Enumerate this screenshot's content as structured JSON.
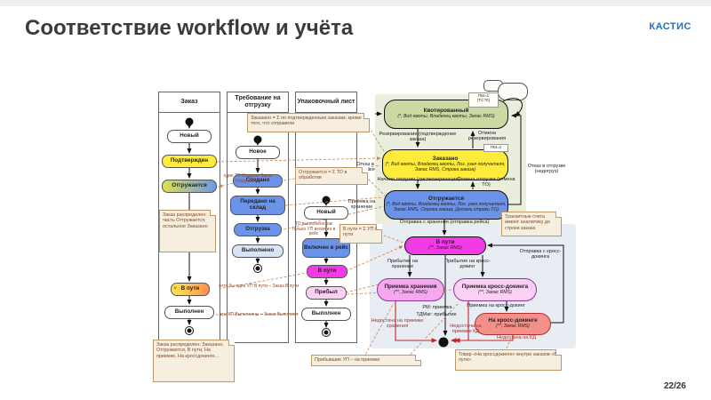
{
  "slide": {
    "title": "Соответствие workflow и учёта",
    "logo": "КАСТИС",
    "page": "22/26"
  },
  "colors": {
    "yellow": "#ffeb3b",
    "blue": "#6b93ea",
    "magenta": "#f23ae6",
    "green_state": "#ccd9a2",
    "pink_light": "#fbd0f5",
    "violet_pink": "#f4a8ee",
    "salmon": "#f4908a",
    "note_bg": "#f6efe0",
    "note_border": "#bf9668",
    "dashed_line": "#c8854f",
    "red_line": "#cc2222",
    "logo_blue": "#2a6db5"
  },
  "lanes": {
    "order": {
      "title": "Заказ",
      "states": {
        "new": "Новый",
        "confirmed": "Подтвержден",
        "shipping": "Отгружается",
        "in_transit": "В пути",
        "done": "Выполнен"
      }
    },
    "shipment_request": {
      "title": "Требование на отгрузку",
      "states": {
        "new": "Новое",
        "created": "Создано",
        "to_warehouse": "Передано на склад",
        "shipping": "Отгрузка",
        "done": "Выполнено"
      }
    },
    "packing_list": {
      "title": "Упаковочный лист",
      "states": {
        "new": "Новый",
        "in_trip": "Включен в рейс",
        "in_transit": "В пути",
        "arrived": "Прибыл",
        "done": "Выполнен"
      }
    }
  },
  "accounting": {
    "quoted": {
      "title": "Квотированный",
      "detail": "(*, Вид квоты, Владелец квоты, Запас RMS)",
      "tag_line1": "ПМ=1",
      "tag_line2": "(ТС?0)"
    },
    "ordered": {
      "title": "Заказано",
      "detail": "(*, Вид квоты, Владелец квоты, Лог. узел получателя, Запас RMS, Строка заказа)",
      "tag": "ПМ=2"
    },
    "shipping": {
      "title": "Отгружается",
      "detail": "(*, Вид квоты, Владелец квоты, Лог. узел получателя, Запас RMS, Строка заказа, Деталь строки ТО)"
    },
    "in_transit": {
      "title": "В пути",
      "detail": "(**, Запас RMS)"
    },
    "storage_receipt": {
      "title": "Приемка хранения",
      "detail": "(**, Запас RMS)"
    },
    "crossdock_receipt": {
      "title": "Приемка кросс-докинга",
      "detail": "(**, Запас RMS)"
    },
    "on_crossdock": {
      "title": "На кросс-докинге",
      "detail": "(**, Запас RMS)"
    }
  },
  "transitions": {
    "reserve": "Резервирование (подтверждение заказа)",
    "cancel_reserve": "Отмена резервирования",
    "start_shipping": "Начало отгрузки (диспетчеризация)",
    "cancel_shipping": "Отмена отгрузки (отмена ТО)",
    "refuse": "Отказ в отгрузке",
    "refuse_underload": "Отказ в отгрузке (недогруз)",
    "depart_storage": "Отправка с хранения (отправка рейса)",
    "arrive_storage": "Прибытие на хранение",
    "arrive_crossdock": "Прибытие на кросс-докинг",
    "receipt_storage": "Приемка на хранение",
    "receipt_crossdock": "Приемка на кросс-докинг",
    "depart_crossdock": "Отправка с кросс-докинга",
    "rm_line1": "РМ: приемка",
    "rm_line2": "ТДМаг: прибытие",
    "shortage_storage": "Недостача на приемке хранения",
    "shortage_cd_receipt": "Недостача на приемке КД",
    "shortage_cd": "Недостача на КД"
  },
  "notes": {
    "ordered_sum": "Заказано = Σ по подтвержденным заказам, кроме того, что отправили",
    "shipping_sum": "Отгружается = Σ ТО в обработке",
    "transit_sum": "В пути = Σ УП В пути",
    "order_split_1": "Заказ распределен: часть Отгружается, остальное Заказано",
    "order_split_2": "Заказ распределен: Заказано, Отгружается, В пути, На приемке, На кроссдокинге...",
    "one_to": "один ТО Создано Заказ Отгружается",
    "to_done": "ТО выполнено как только УП включен в рейс",
    "any_up": "хотя бы один УП В пути – Заказ В пути",
    "all_up": "все УП Выполнены – Заказ Выполнен",
    "arrived": "Прибывшие УП – на приемке",
    "transit_accounts": "Транзитные счета имеют аналитику до строки заказа",
    "crossdock_goods": "Товар «На кроссдокинге» внутри заказов «В пути»"
  }
}
